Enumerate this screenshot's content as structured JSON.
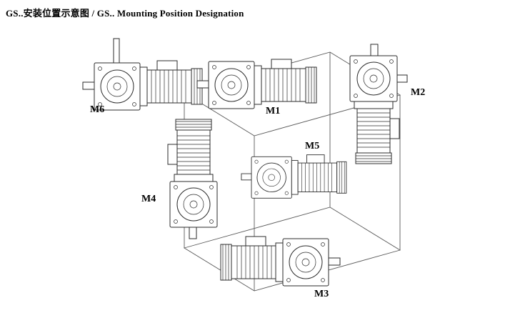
{
  "page": {
    "title": "GS..安装位置示意图 / GS.. Mounting Position Designation"
  },
  "positions": [
    {
      "id": "M1",
      "label": "M1"
    },
    {
      "id": "M2",
      "label": "M2"
    },
    {
      "id": "M3",
      "label": "M3"
    },
    {
      "id": "M4",
      "label": "M4"
    },
    {
      "id": "M5",
      "label": "M5"
    },
    {
      "id": "M6",
      "label": "M6"
    }
  ],
  "icons": {
    "gearmotor": "gearmotor-line-drawing-icon",
    "mounting_box": "isometric-cube-wireframe-icon"
  },
  "colors": {
    "background": "#ffffff",
    "drawing_line": "#2b2b2b",
    "box_line": "#5a5a5a",
    "text": "#000000"
  }
}
